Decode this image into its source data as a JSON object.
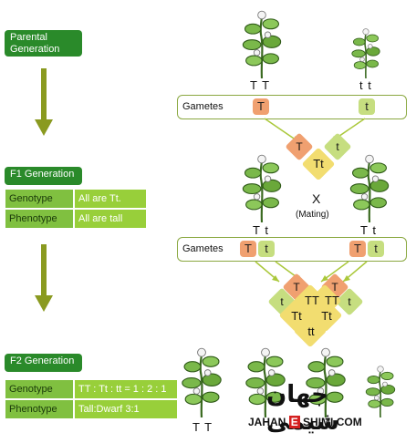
{
  "parental": {
    "label": "Parental\nGeneration",
    "left_plant": "T T",
    "right_plant": "t t"
  },
  "gametes1": {
    "label": "Gametes",
    "g1": "T",
    "g2": "t"
  },
  "f1_cross": {
    "center": "Tt",
    "left": "T",
    "right": "t"
  },
  "f1": {
    "label": "F1 Generation",
    "rows": [
      {
        "key": "Genotype",
        "value": "All are Tt."
      },
      {
        "key": "Phenotype",
        "value": "All are tall"
      }
    ],
    "plant_left": "T t",
    "plant_right": "T t",
    "mating_x": "X",
    "mating_label": "(Mating)"
  },
  "gametes2": {
    "label": "Gametes",
    "a": "T",
    "b": "t",
    "c": "T",
    "d": "t"
  },
  "punnett": {
    "top_left": "T",
    "top_right": "T",
    "left": "t",
    "right": "t",
    "c1": "TT",
    "c2": "Tt",
    "c3": "Tt",
    "c4": "tt"
  },
  "f2": {
    "label": "F2 Generation",
    "rows": [
      {
        "key": "Genotype",
        "value": "TT : Tt : tt = 1 : 2 : 1"
      },
      {
        "key": "Phenotype",
        "value": "Tall:Dwarf 3:1"
      }
    ],
    "plant_left": "T T"
  },
  "logo": {
    "persian": "جهان شیمی",
    "latin_a": "JAHAN",
    "latin_e": "E",
    "latin_b": "SHIMI.COM"
  },
  "colors": {
    "green_label": "#2a8a2a",
    "arrow": "#8a9a20",
    "dominant": "#f0a070",
    "recessive": "#c6de80",
    "cell": "#f2dd70"
  }
}
